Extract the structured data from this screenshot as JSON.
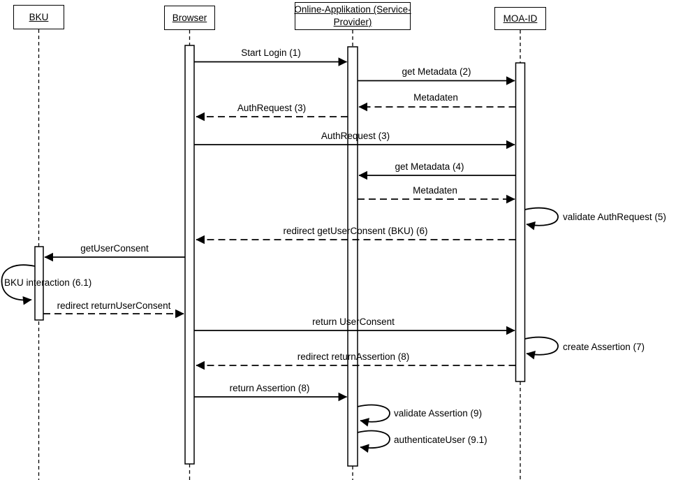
{
  "diagram_type": "uml-sequence",
  "colors": {
    "line": "#000000",
    "background": "#ffffff",
    "activation_fill": "#ffffff"
  },
  "actors": [
    {
      "label": "BKU"
    },
    {
      "label": "Browser"
    },
    {
      "label": "Online-Applikation (Service-Provider)",
      "lines": [
        "Online-Applikation (Service-",
        "Provider)"
      ]
    },
    {
      "label": "MOA-ID"
    }
  ],
  "messages": [
    {
      "label": "Start Login (1)",
      "from": "Browser",
      "to": "Online-Applikation (Service-Provider)",
      "style": "solid"
    },
    {
      "label": "get Metadata (2)",
      "from": "Online-Applikation (Service-Provider)",
      "to": "MOA-ID",
      "style": "solid"
    },
    {
      "label": "Metadaten",
      "from": "MOA-ID",
      "to": "Online-Applikation (Service-Provider)",
      "style": "dashed"
    },
    {
      "label": "AuthRequest (3)",
      "from": "Online-Applikation (Service-Provider)",
      "to": "Browser",
      "style": "dashed"
    },
    {
      "label": "AuthRequest (3)",
      "from": "Browser",
      "to": "MOA-ID",
      "style": "solid"
    },
    {
      "label": "get Metadata (4)",
      "from": "MOA-ID",
      "to": "Online-Applikation (Service-Provider)",
      "style": "solid"
    },
    {
      "label": "Metadaten",
      "from": "Online-Applikation (Service-Provider)",
      "to": "MOA-ID",
      "style": "dashed"
    },
    {
      "label": "validate AuthRequest (5)",
      "from": "MOA-ID",
      "to": "MOA-ID",
      "style": "self"
    },
    {
      "label": "redirect getUserConsent (BKU) (6)",
      "from": "MOA-ID",
      "to": "Browser",
      "style": "dashed"
    },
    {
      "label": "getUserConsent",
      "from": "Browser",
      "to": "BKU",
      "style": "solid"
    },
    {
      "label": "BKU interaction (6.1)",
      "from": "BKU",
      "to": "BKU",
      "style": "self"
    },
    {
      "label": "redirect returnUserConsent",
      "from": "BKU",
      "to": "Browser",
      "style": "dashed"
    },
    {
      "label": "return UserConsent",
      "from": "Browser",
      "to": "MOA-ID",
      "style": "solid"
    },
    {
      "label": "create Assertion (7)",
      "from": "MOA-ID",
      "to": "MOA-ID",
      "style": "self"
    },
    {
      "label": "redirect returnAssertion (8)",
      "from": "MOA-ID",
      "to": "Browser",
      "style": "dashed"
    },
    {
      "label": "return Assertion (8)",
      "from": "Browser",
      "to": "Online-Applikation (Service-Provider)",
      "style": "solid"
    },
    {
      "label": "validate Assertion (9)",
      "from": "Online-Applikation (Service-Provider)",
      "to": "Online-Applikation (Service-Provider)",
      "style": "self"
    },
    {
      "label": "authenticateUser (9.1)",
      "from": "Online-Applikation (Service-Provider)",
      "to": "Online-Applikation (Service-Provider)",
      "style": "self"
    }
  ]
}
